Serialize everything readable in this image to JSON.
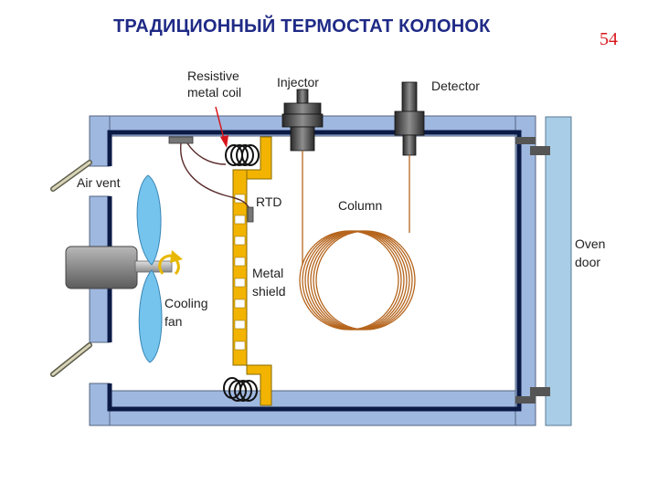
{
  "slide": {
    "title": "ТРАДИЦИОННЫЙ ТЕРМОСТАТ КОЛОНОК",
    "number": "54"
  },
  "labels": {
    "resistive_coil": [
      "Resistive",
      "metal coil"
    ],
    "injector": "Injector",
    "detector": "Detector",
    "air_vent": "Air vent",
    "rtd": "RTD",
    "column": "Column",
    "metal_shield": [
      "Metal",
      "shield"
    ],
    "cooling_fan": [
      "Cooling",
      "fan"
    ],
    "oven_door": [
      "Oven",
      "door"
    ]
  },
  "colors": {
    "oven_wall": "#9fb8e0",
    "oven_inner": "#0b1a45",
    "shield": "#f2b400",
    "column": "#b5651d",
    "fan": "#74c4ee",
    "door": "#a9cde6",
    "title": "#1f2a86",
    "page_number": "#d8161b"
  }
}
